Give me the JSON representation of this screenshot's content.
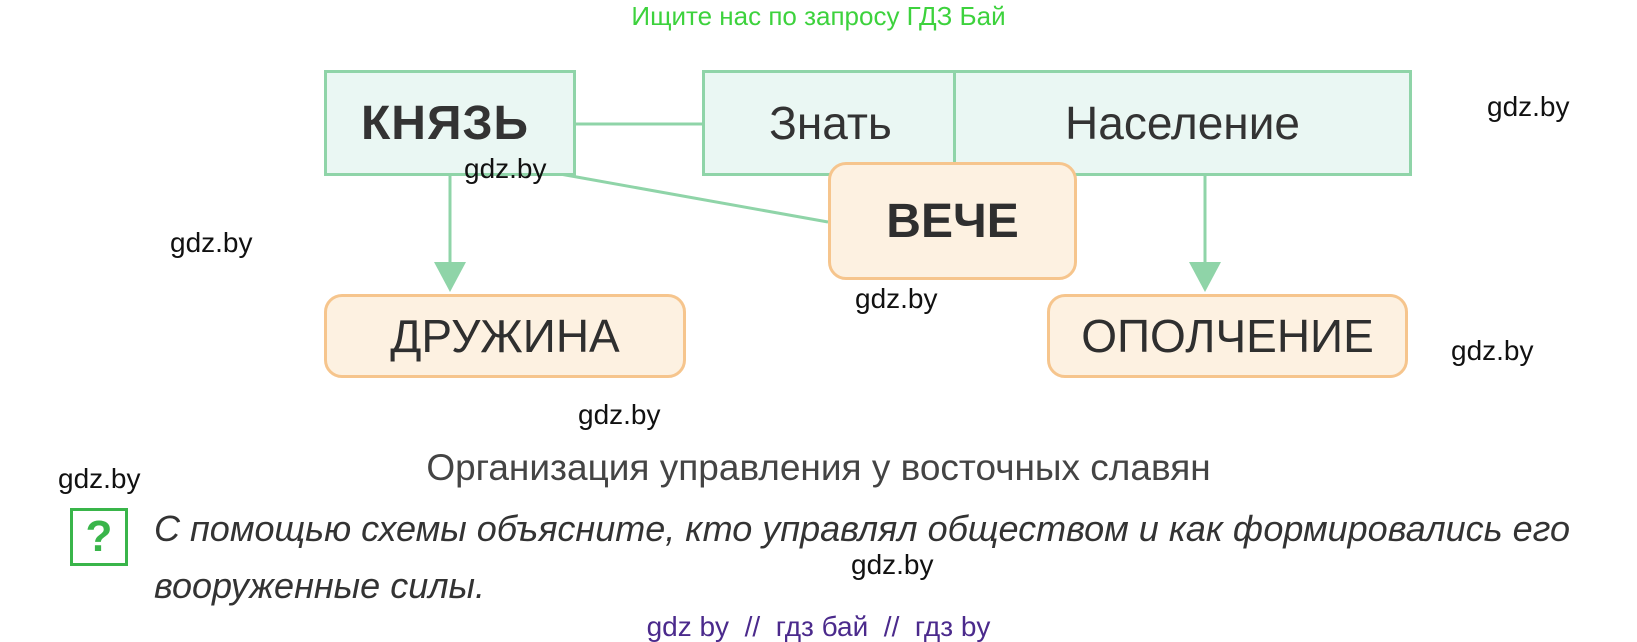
{
  "banner": "Ищите нас по запросу ГДЗ Бай",
  "diagram": {
    "knyaz": "КНЯЗЬ",
    "znat": "Знать",
    "naselenie": "Население",
    "veche": "ВЕЧЕ",
    "druzhina": "ДРУЖИНА",
    "opolchenie": "ОПОЛЧЕНИЕ"
  },
  "caption": "Организация управления у восточных славян",
  "question": {
    "icon_symbol": "?",
    "text": "С помощью схемы объясните, кто управлял обществом и как формировались его вооруженные силы."
  },
  "watermark": "gdz.by",
  "bottom_links": "gdz by  //  гдз бай  //  гдз by",
  "colors": {
    "green_border": "#8fd4a8",
    "green_fill": "#eaf7f3",
    "orange_border": "#f6c58d",
    "orange_fill": "#fdf1e1",
    "banner": "#3dd23d",
    "links": "#4b2a8c",
    "question_icon": "#39b54a"
  }
}
